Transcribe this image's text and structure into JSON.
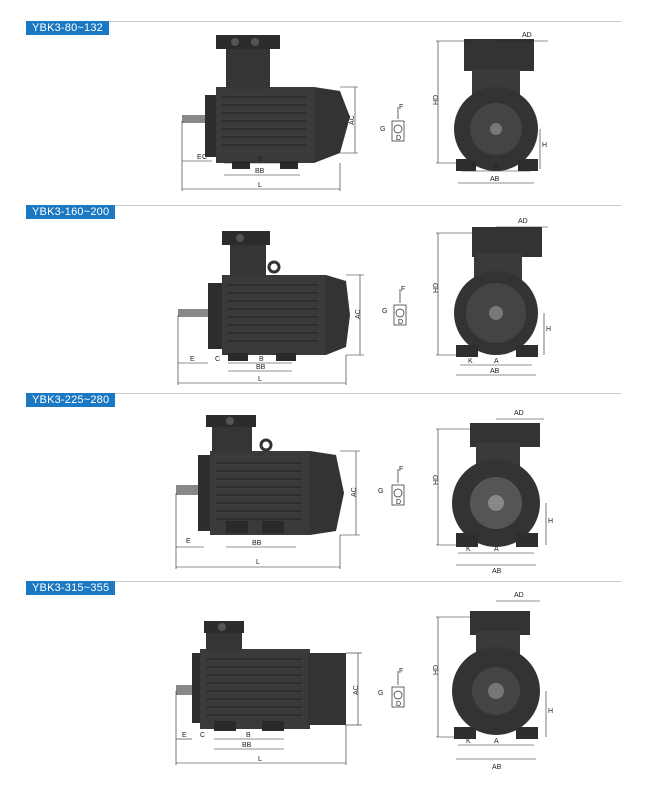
{
  "sections": [
    {
      "model": "YBK3-80~132",
      "side_labels": {
        "e": "E",
        "c": "C",
        "b": "B",
        "bb": "BB",
        "l": "L",
        "ac": "AC"
      },
      "shaft_labels": {
        "f": "F",
        "g": "G",
        "d": "D"
      },
      "front_labels": {
        "ad": "AD",
        "hd": "HD",
        "h": "H",
        "k": "K",
        "a": "A",
        "ab": "AB"
      }
    },
    {
      "model": "YBK3-160~200",
      "side_labels": {
        "e": "E",
        "c": "C",
        "b": "B",
        "bb": "BB",
        "l": "L",
        "ac": "AC"
      },
      "shaft_labels": {
        "f": "F",
        "g": "G",
        "d": "D"
      },
      "front_labels": {
        "ad": "AD",
        "hd": "HD",
        "h": "H",
        "k": "K",
        "a": "A",
        "ab": "AB"
      }
    },
    {
      "model": "YBK3-225~280",
      "side_labels": {
        "e": "E",
        "c": "",
        "b": "",
        "bb": "BB",
        "l": "L",
        "ac": "AC"
      },
      "shaft_labels": {
        "f": "F",
        "g": "G",
        "d": "D"
      },
      "front_labels": {
        "ad": "AD",
        "hd": "HD",
        "h": "H",
        "k": "K",
        "a": "A",
        "ab": "AB"
      }
    },
    {
      "model": "YBK3-315~355",
      "side_labels": {
        "e": "E",
        "c": "C",
        "b": "B",
        "bb": "BB",
        "l": "L",
        "ac": "AC"
      },
      "shaft_labels": {
        "f": "F",
        "g": "G",
        "d": "D"
      },
      "front_labels": {
        "ad": "AD",
        "hd": "HD",
        "h": "H",
        "k": "K",
        "a": "A",
        "ab": "AB"
      }
    }
  ],
  "colors": {
    "tag_bg": "#1b78c2",
    "motor": "#3a3a3a",
    "motor_dark": "#262626",
    "dim_line": "#222222"
  }
}
